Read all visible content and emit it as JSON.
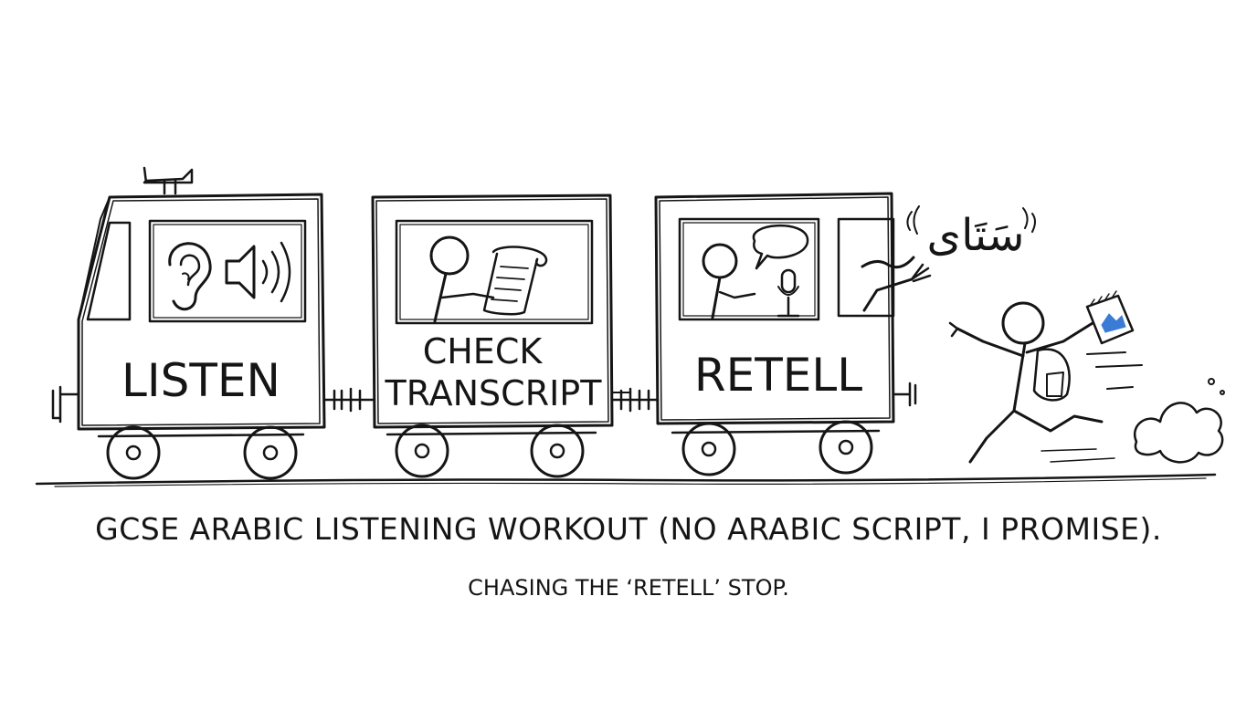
{
  "cars": [
    {
      "label_lines": [
        "LISTEN"
      ]
    },
    {
      "label_lines": [
        "CHECK",
        "TRANSCRIPT"
      ]
    },
    {
      "label_lines": [
        "RETELL"
      ]
    }
  ],
  "shout_text": "سَتَاى",
  "caption": {
    "title": "GCSE ARABIC LISTENING WORKOUT (NO ARABIC SCRIPT, I PROMISE).",
    "subtitle": "CHASING THE ‘RETELL’ STOP."
  },
  "colors": {
    "ink": "#151515",
    "accent": "#3a7bd5",
    "background": "#ffffff"
  },
  "icons": [
    "horn-icon",
    "ear-icon",
    "speaker-icon",
    "scroll-icon",
    "speech-bubble-icon",
    "microphone-icon",
    "notebook-icon",
    "backpack-icon",
    "dust-cloud-icon"
  ]
}
